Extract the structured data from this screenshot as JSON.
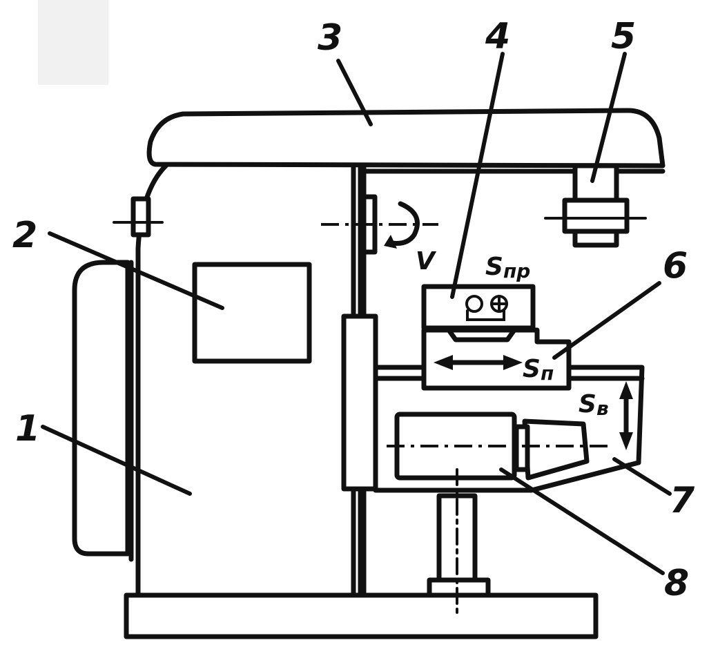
{
  "callouts": {
    "c1": "1",
    "c2": "2",
    "c3": "3",
    "c4": "4",
    "c5": "5",
    "c6": "6",
    "c7": "7",
    "c8": "8"
  },
  "symbols": {
    "rotation": "V",
    "longitudinal_feed": {
      "letter": "S",
      "subscript": "пр"
    },
    "transverse_feed": {
      "letter": "S",
      "subscript": "п"
    },
    "vertical_feed": {
      "letter": "S",
      "subscript": "в"
    }
  }
}
